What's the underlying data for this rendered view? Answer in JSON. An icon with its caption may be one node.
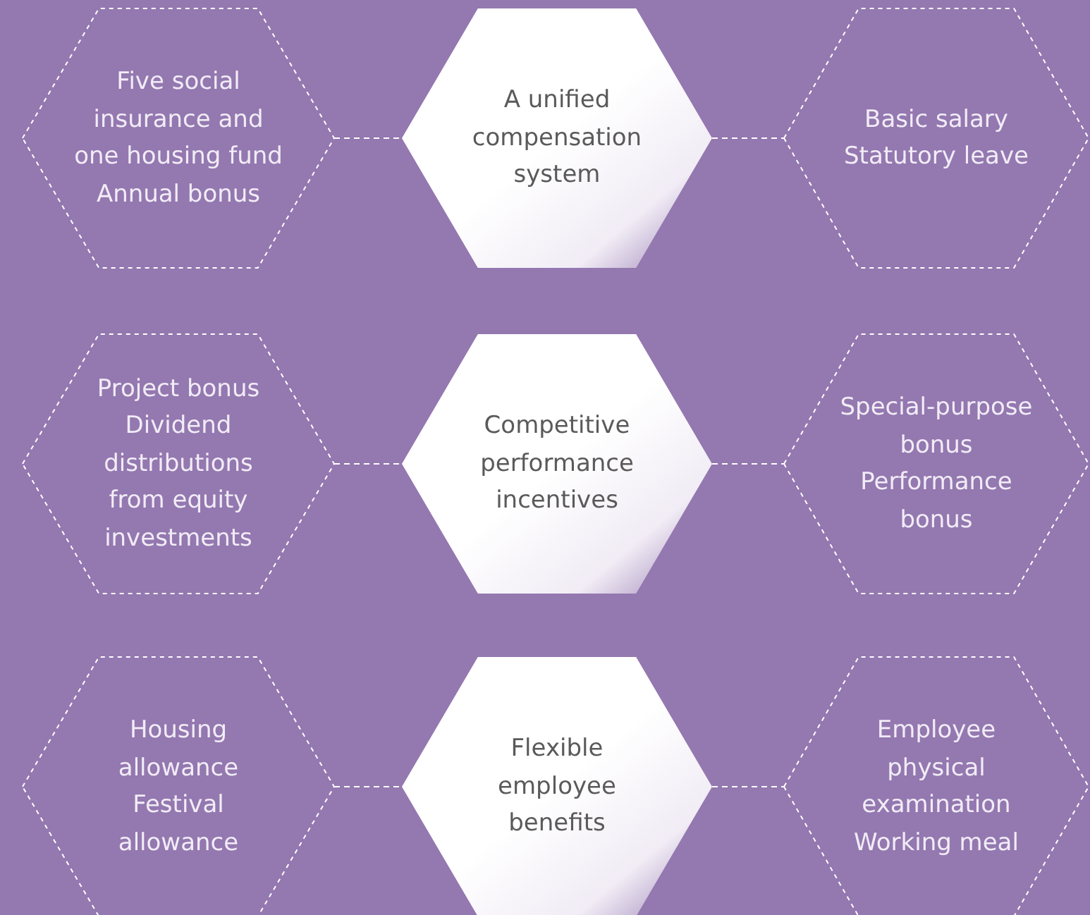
{
  "diagram": {
    "nodes": [
      {
        "text": [
          "Five social insurance and one housing fund",
          "Annual bonus"
        ]
      },
      {
        "text": [
          "A unified compensation system"
        ]
      },
      {
        "text": [
          "Basic salary",
          "Statutory leave"
        ]
      },
      {
        "text": [
          "Project bonus",
          "Dividend distributions from equity investments"
        ]
      },
      {
        "text": [
          "Competitive performance incentives"
        ]
      },
      {
        "text": [
          "Special-purpose bonus",
          "Performance bonus"
        ]
      },
      {
        "text": [
          "Housing allowance",
          "Festival allowance"
        ]
      },
      {
        "text": [
          "Flexible employee benefits"
        ]
      },
      {
        "text": [
          "Employee physical examination",
          "Working meal"
        ]
      }
    ],
    "edges": [
      {
        "from": 0,
        "to": 1,
        "arrow": "none",
        "style": "dashed"
      },
      {
        "from": 1,
        "to": 2,
        "arrow": "none",
        "style": "dashed"
      },
      {
        "from": 3,
        "to": 4,
        "arrow": "none",
        "style": "dashed"
      },
      {
        "from": 4,
        "to": 5,
        "arrow": "none",
        "style": "dashed"
      },
      {
        "from": 6,
        "to": 7,
        "arrow": "none",
        "style": "dashed"
      },
      {
        "from": 7,
        "to": 8,
        "arrow": "none",
        "style": "dashed"
      }
    ]
  }
}
